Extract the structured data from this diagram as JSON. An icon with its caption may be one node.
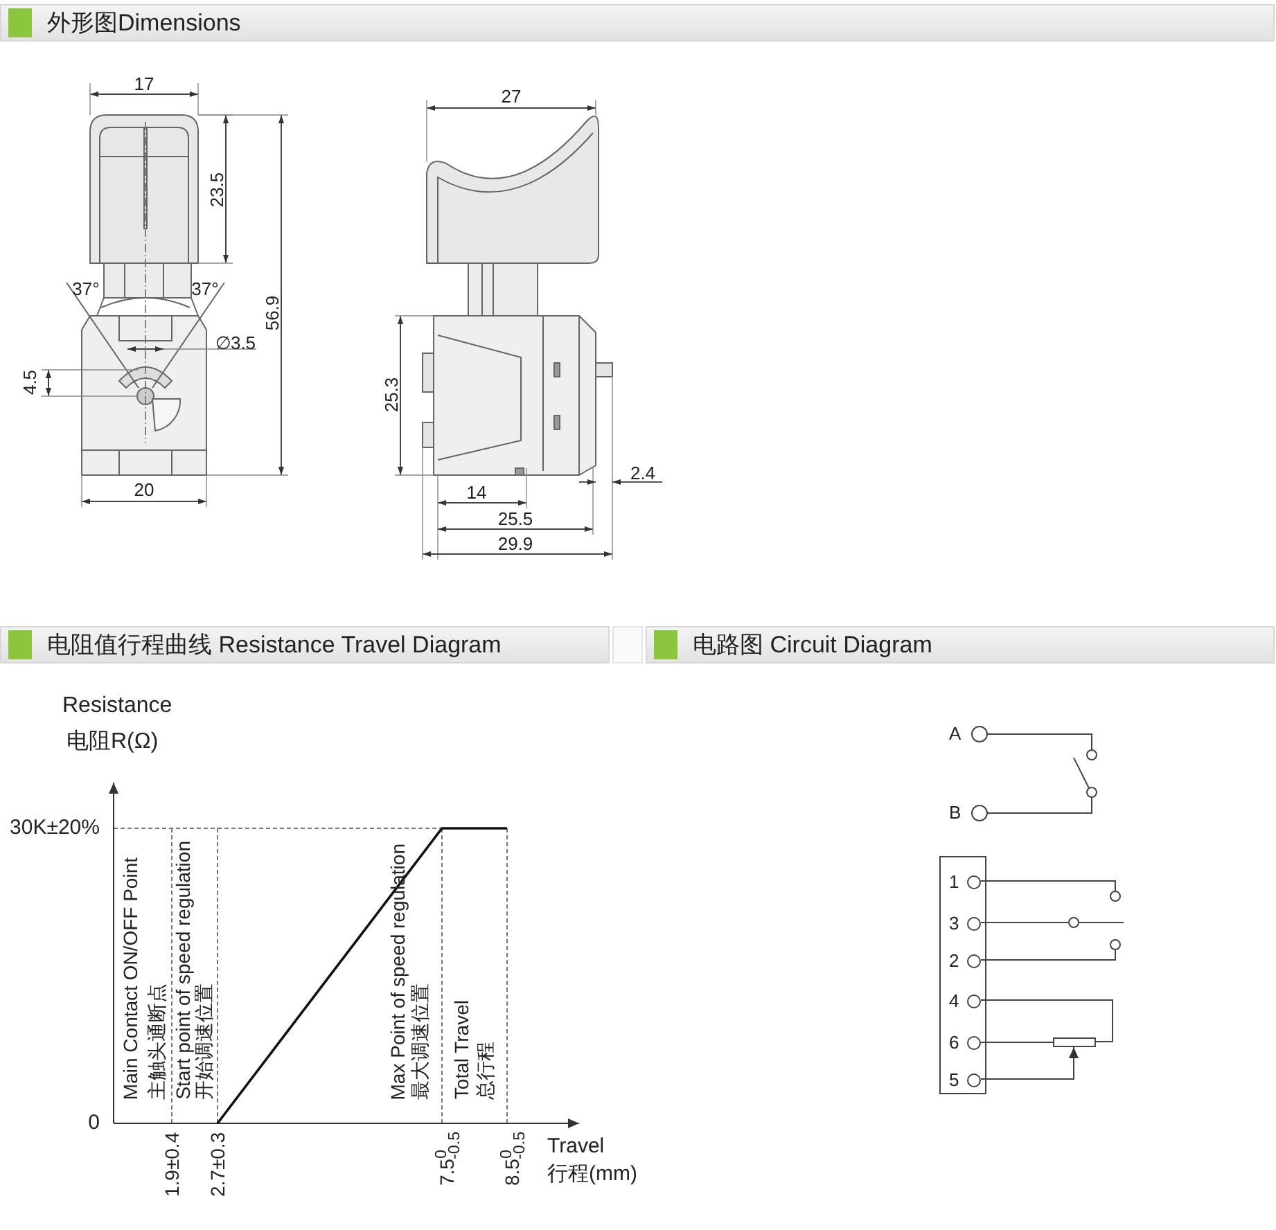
{
  "diagram": {
    "nodes": [
      {
        "text": [
          "外形图Dimensions"
        ]
      },
      {
        "text": [
          "电阻值行程曲线 Resistance Travel Diagram"
        ]
      },
      {
        "text": [
          "电路图 Circuit Diagram"
        ]
      },
      {
        "text": [
          "A"
        ]
      },
      {
        "text": [
          "B"
        ]
      },
      {
        "text": [],
        "shape": "circle"
      },
      {
        "text": [],
        "shape": "circle"
      },
      {
        "text": [],
        "shape": "box"
      },
      {
        "text": [
          "1"
        ],
        "in": 7
      },
      {
        "text": [
          "3"
        ],
        "in": 7
      },
      {
        "text": [
          "2"
        ],
        "in": 7
      },
      {
        "text": [
          "4"
        ],
        "in": 7
      },
      {
        "text": [
          "6"
        ],
        "in": 7
      },
      {
        "text": [
          "5"
        ],
        "in": 7
      },
      {
        "text": [],
        "shape": "circle"
      },
      {
        "text": [],
        "shape": "circle"
      },
      {
        "text": [],
        "shape": "circle"
      },
      {
        "text": [],
        "shape": "box"
      }
    ],
    "edges": [
      {
        "from": 3,
        "to": 5,
        "arrow": "none"
      },
      {
        "from": 4,
        "to": 6,
        "arrow": "none"
      },
      {
        "from": 8,
        "to": 14,
        "arrow": "none"
      },
      {
        "from": 9,
        "to": 15,
        "arrow": "none"
      },
      {
        "from": 10,
        "to": 16,
        "arrow": "none"
      },
      {
        "from": 11,
        "to": 17,
        "arrow": "none"
      },
      {
        "from": 12,
        "to": 17,
        "arrow": "none"
      },
      {
        "from": 13,
        "to": 17,
        "arrow": "to"
      }
    ],
    "labels": [
      "17",
      "23.5",
      "37°",
      "37°",
      "∅3.5",
      "4.5",
      "56.9",
      "20",
      "27",
      "25.3",
      "14",
      "2.4",
      "25.5",
      "29.9",
      "Resistance",
      "电阻R(Ω)",
      "30K±20%",
      "Main Contact ON/OFF Point",
      "主触头通断点",
      "Start point of speed regulation",
      "开始调速位置",
      "Max Point of speed regulation",
      "最大调速位置",
      "Total Travel",
      "总行程",
      "0",
      "1.9±0.4",
      "2.7±0.3",
      "7.5$^{0}$$_{-0.5}$",
      "8.5$^{0}$$_{-0.5}$",
      "Travel",
      "行程(mm)"
    ]
  }
}
